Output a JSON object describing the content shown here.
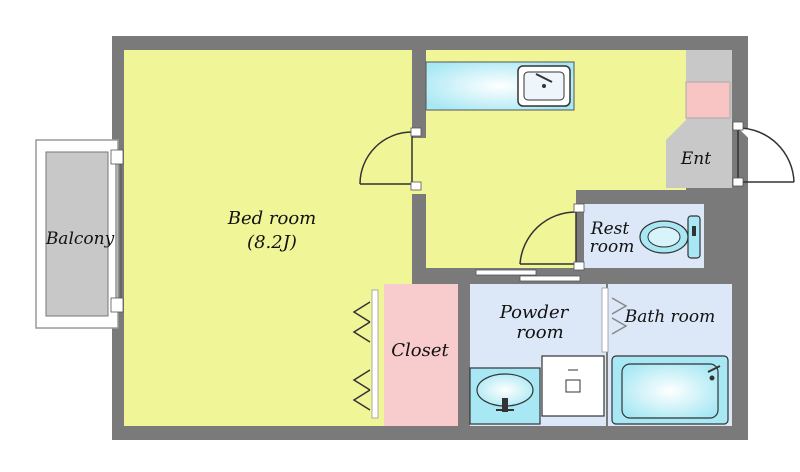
{
  "rooms": {
    "balcony": {
      "label": "Balcony"
    },
    "bedroom": {
      "label": "Bed room",
      "size": "(8.2J)"
    },
    "kitchen": {
      "label": ""
    },
    "entrance": {
      "label": "Ent"
    },
    "rest_room": {
      "line1": "Rest",
      "line2": "room"
    },
    "powder_room": {
      "line1": "Powder",
      "line2": "room"
    },
    "bath_room": {
      "label": "Bath room"
    },
    "closet": {
      "label": "Closet"
    }
  },
  "colors": {
    "wall": "#7a7a7a",
    "bedroom": "#f0f598",
    "kitchen": "#f0f598",
    "balcony": "#c8c8c8",
    "entrance": "#c8c8c8",
    "wet_area": "#dce8f7",
    "closet": "#f8cccc",
    "fixture": "#a8e8f4",
    "shoe_box": "#f8c4c4"
  },
  "icons": [
    "sink-icon",
    "toilet-icon",
    "washbasin-icon",
    "bathtub-icon",
    "door-swing-icon"
  ]
}
